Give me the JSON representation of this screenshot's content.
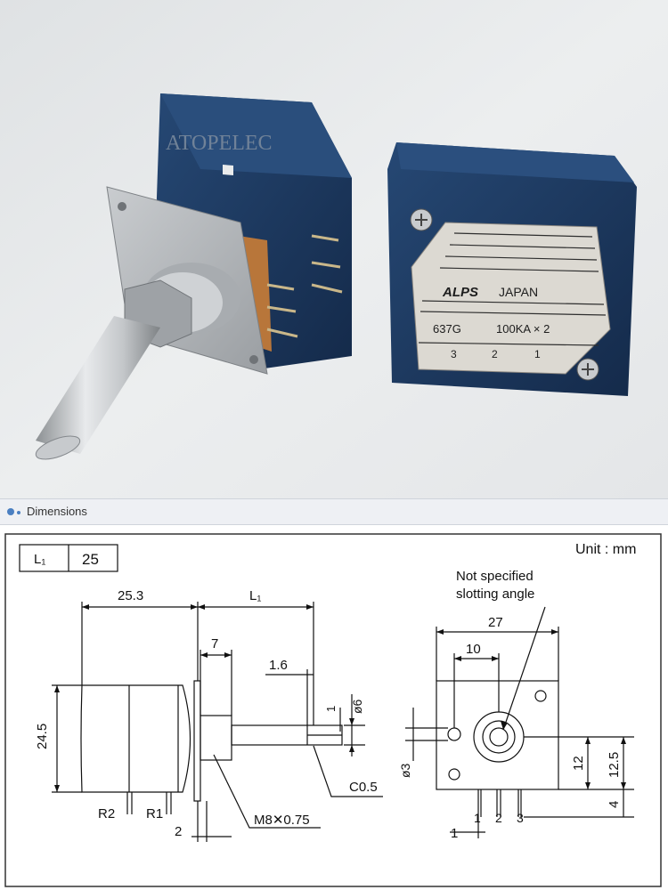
{
  "watermark": "ATOPELEC",
  "label": {
    "brand": "ALPS",
    "country": "JAPAN",
    "model": "637G",
    "rating": "100KA × 2",
    "pins": [
      "3",
      "2",
      "1"
    ]
  },
  "section_title": "Dimensions",
  "unit_text": "Unit : mm",
  "table": {
    "key": "L₁",
    "value": "25"
  },
  "side_view": {
    "body_length": "25.3",
    "shaft_length": "L₁",
    "collar": "7",
    "tip": "1.6",
    "shaft_dia": "ø6",
    "tip_offset": "1",
    "height": "24.5",
    "chamfer": "C0.5",
    "thread": "M8✕0.75",
    "pin_offset": "2",
    "terminal_left": "R2",
    "terminal_right": "R1"
  },
  "front_view": {
    "note_line1": "Not specified",
    "note_line2": "slotting angle",
    "width": "27",
    "center_offset": "10",
    "key_dia": "ø3",
    "center_height": "12",
    "center_height2": "12.5",
    "pin_len": "4",
    "pin_pitch": "1",
    "pins": [
      "1",
      "2",
      "3"
    ]
  },
  "colors": {
    "background": "#e9ebec",
    "housing": "#1e3a63",
    "metal": "#b9bcbf",
    "label": "#d8d6d0",
    "header": "#eef0f4",
    "line": "#111111"
  }
}
